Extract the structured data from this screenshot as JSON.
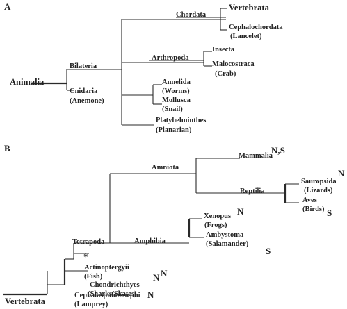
{
  "panel_a": {
    "label": "A",
    "root": "Animalia",
    "bilateria": "Bilateria",
    "cnidaria": [
      "Cnidaria",
      "(Anemone)"
    ],
    "chordata": "Chordata",
    "vertebrata": "Vertebrata",
    "cephalochordata": [
      "Cephalochordata",
      "(Lancelet)"
    ],
    "arthropoda": "Arthropoda",
    "insecta": "Insecta",
    "malocostraca": [
      "Malocostraca",
      "(Crab)"
    ],
    "annelida": [
      "Annelida",
      "(Worms)"
    ],
    "mollusca": [
      "Mollusca",
      "(Snail)"
    ],
    "platyhelminthes": [
      "Platyhelminthes",
      "(Planarian)"
    ]
  },
  "panel_b": {
    "label": "B",
    "root": "Vertebrata",
    "amniota": "Amniota",
    "mammalia": "Mammalia",
    "mammalia_mark": "N,S",
    "reptilia": "Reptilia",
    "sauropsida": [
      "Sauropsida",
      "(Lizards)"
    ],
    "sauropsida_mark": "N",
    "aves": [
      "Aves",
      "(Birds)"
    ],
    "aves_mark": "S",
    "tetrapoda": "Tetrapoda",
    "amphibia": "Amphibia",
    "xenopus": [
      "Xenopus",
      "(Frogs)"
    ],
    "xenopus_mark": "N",
    "ambystoma": [
      "Ambystoma",
      "(Salamander)"
    ],
    "ambystoma_mark": "S",
    "asterisk": "*",
    "actinopterygii": [
      "Actinoptergyii",
      "(Fish)"
    ],
    "actinopterygii_mark": "N",
    "chondrichthyes": [
      "Chondrichthyes",
      "(Sharks/Skates)"
    ],
    "chondrichthyes_mark": "N",
    "cephalaspidomorphi": [
      "Cephalaspidomorphi",
      "(Lamprey)"
    ],
    "cephalaspidomorphi_mark": "N"
  }
}
